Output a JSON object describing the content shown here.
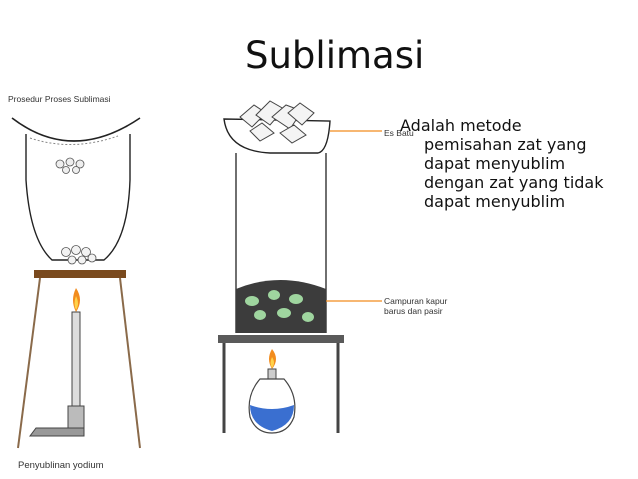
{
  "slide": {
    "title": "Sublimasi",
    "definition_lines": [
      "Adalah metode",
      "pemisahan zat yang",
      "dapat menyublim",
      "dengan zat yang tidak",
      "dapat menyublim"
    ]
  },
  "figure_left": {
    "title": "Prosedur Proses Sublimasi",
    "caption": "Penyublinan yodium"
  },
  "figure_right": {
    "label_top": "Es Batu",
    "label_bottom_line1": "Campuran kapur",
    "label_bottom_line2": "barus dan pasir"
  },
  "colors": {
    "flame_outer": "#f28c1e",
    "flame_inner": "#ffd24a",
    "tripod_top": "#7a4a1e",
    "water": "#3a6fd0",
    "mixture": "#3c3c3c"
  }
}
